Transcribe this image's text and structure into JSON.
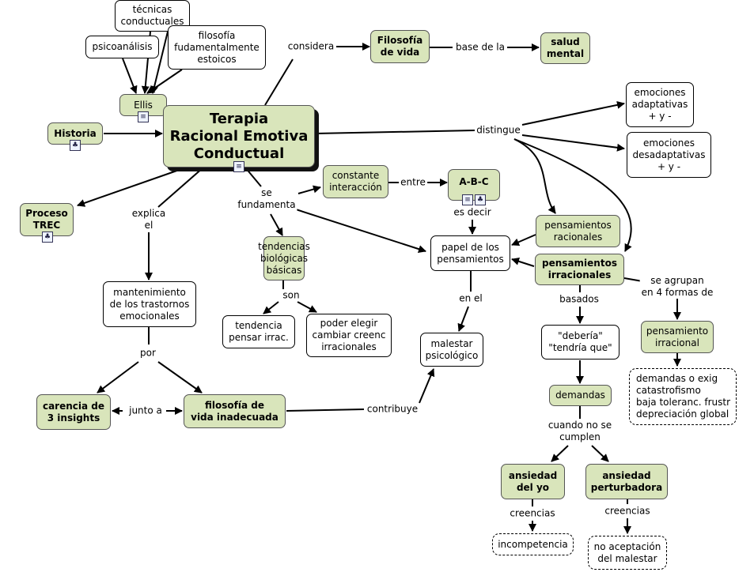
{
  "nodes": {
    "tecnicas": "técnicas\nconductuales",
    "psicoanalisis": "psicoanálisis",
    "filosofia_estoicos": "filosofía\nfudamentalmente\nestoicos",
    "ellis": "Ellis",
    "historia": "Historia",
    "terapia": "Terapia\nRacional Emotiva\nConductual",
    "filosofia_vida": "Filosofía\nde vida",
    "salud_mental": "salud\nmental",
    "emociones_adaptativas": "emociones\nadaptativas\n+ y -",
    "emociones_desadaptativas": "emociones\ndesadaptativas\n+ y -",
    "proceso_trec": "Proceso\nTREC",
    "constante_interaccion": "constante\ninteracción",
    "abc": "A-B-C",
    "pensamientos_racionales": "pensamientos\nracionales",
    "tendencias": "tendencias\nbiológicas\nbásicas",
    "papel": "papel de los\npensamientos",
    "pensamientos_irracionales": "pensamientos\nirracionales",
    "mantenimiento": "mantenimiento\nde los trastornos\nemocionales",
    "tendencia_pensar": "tendencia\npensar irrac.",
    "poder_elegir": "poder elegir\ncambiar creenc\nirracionales",
    "malestar": "malestar\npsicológico",
    "deberia": "\"debería\"\n\"tendría que\"",
    "pensamiento_irracional": "pensamiento\nirracional",
    "demandas_lista": "demandas o exig\ncatastrofismo\nbaja toleranc. frustr\ndepreciación global",
    "demandas": "demandas",
    "carencia": "carencia de\n3 insights",
    "filosofia_inadecuada": "filosofía de\nvida inadecuada",
    "ansiedad_yo": "ansiedad\ndel yo",
    "ansiedad_perturbadora": "ansiedad\nperturbadora",
    "incompetencia": "incompetencia",
    "no_aceptacion": "no aceptación\ndel malestar"
  },
  "links": {
    "considera": "considera",
    "base_de_la": "base de la",
    "distingue": "distingue",
    "se_fundamenta": "se\nfundamenta",
    "entre": "entre",
    "es_decir": "es decir",
    "explica_el": "explica\nel",
    "son": "son",
    "en_el": "en el",
    "basados": "basados",
    "se_agrupan": "se agrupan\nen 4 formas de",
    "por": "por",
    "junto_a": "junto a",
    "contribuye": "contribuye",
    "cuando": "cuando no se\ncumplen",
    "creencias_1": "creencias",
    "creencias_2": "creencias"
  },
  "icons": {
    "document": "document-icon",
    "concept_map": "concept-map-icon"
  },
  "colors": {
    "node_green": "#d9e5bb",
    "node_white": "#ffffff",
    "edge": "#000000"
  }
}
